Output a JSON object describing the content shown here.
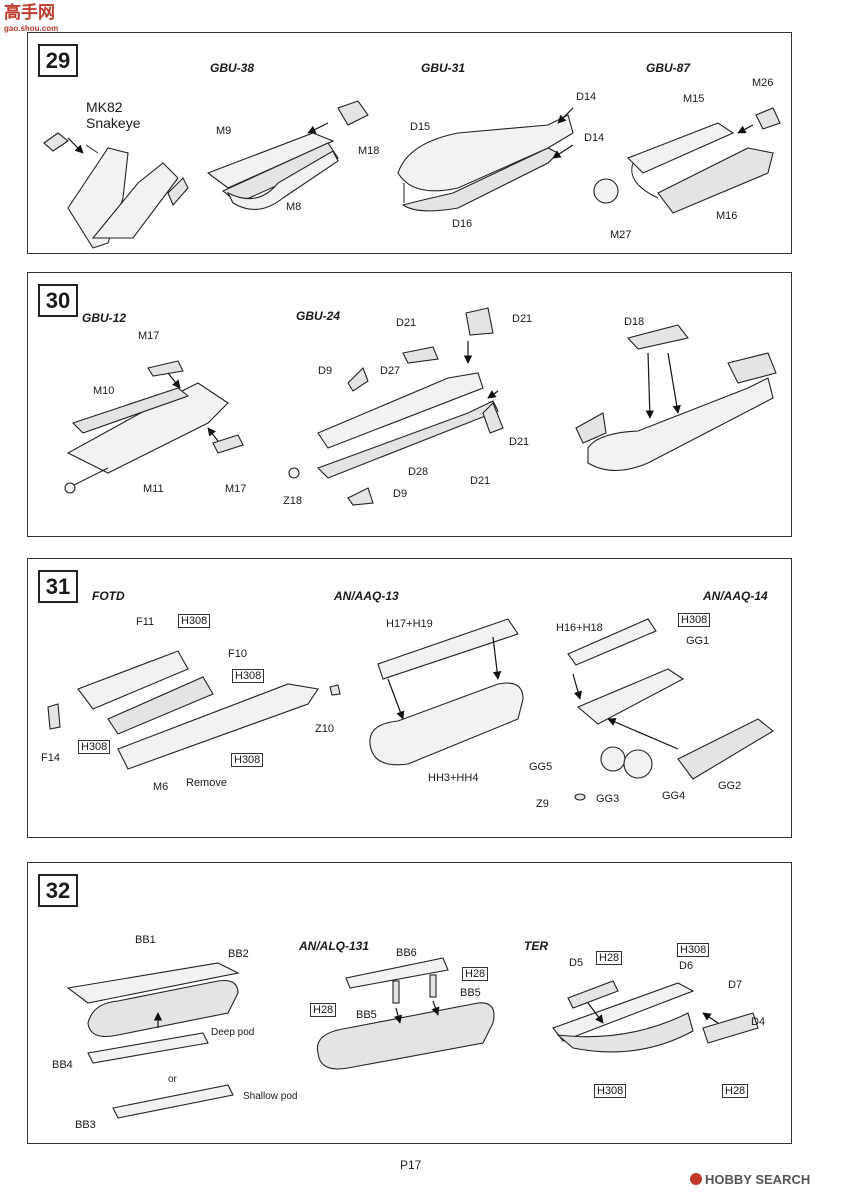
{
  "watermark": {
    "logo_text": "高手网",
    "logo_url": "gao.shou.com",
    "brand": "HOBBY SEARCH"
  },
  "page_number": "P17",
  "steps": [
    {
      "number": "29",
      "titles": {
        "gbu38": "GBU-38",
        "gbu31": "GBU-31",
        "gbu87": "GBU-87"
      },
      "mk82": "MK82\nSnakeye",
      "labels": {
        "M9": "M9",
        "M18": "M18",
        "M8": "M8",
        "D15": "D15",
        "D14a": "D14",
        "D14b": "D14",
        "D16": "D16",
        "M15": "M15",
        "M26": "M26",
        "M16": "M16",
        "M27": "M27"
      }
    },
    {
      "number": "30",
      "titles": {
        "gbu12": "GBU-12",
        "gbu24": "GBU-24"
      },
      "labels": {
        "M17a": "M17",
        "M10": "M10",
        "M11": "M11",
        "M17b": "M17",
        "D21a": "D21",
        "D21b": "D21",
        "D9a": "D9",
        "D27": "D27",
        "D21c": "D21",
        "D21d": "D21",
        "D28": "D28",
        "Z18": "Z18",
        "D9b": "D9",
        "D18": "D18"
      }
    },
    {
      "number": "31",
      "titles": {
        "fotd": "FOTD",
        "aaq13": "AN/AAQ-13",
        "aaq14": "AN/AAQ-14"
      },
      "labels": {
        "F11": "F11",
        "H308a": "H308",
        "F10": "F10",
        "H308b": "H308",
        "F14": "F14",
        "H308c": "H308",
        "M6": "M6",
        "Remove": "Remove",
        "H308d": "H308",
        "Z10": "Z10",
        "H17H19": "H17+H19",
        "HH3HH4": "HH3+HH4",
        "H16H18": "H16+H18",
        "H308e": "H308",
        "GG1": "GG1",
        "GG5": "GG5",
        "Z9": "Z9",
        "GG3": "GG3",
        "GG4": "GG4",
        "GG2": "GG2"
      }
    },
    {
      "number": "32",
      "titles": {
        "alq131": "AN/ALQ-131",
        "ter": "TER"
      },
      "labels": {
        "BB1": "BB1",
        "BB2": "BB2",
        "Deep": "Deep pod",
        "BB4": "BB4",
        "or": "or",
        "Shallow": "Shallow pod",
        "BB3": "BB3",
        "BB6": "BB6",
        "H28a": "H28",
        "BB5a": "BB5",
        "H28b": "H28",
        "BB5b": "BB5",
        "D5": "D5",
        "H28c": "H28",
        "H308f": "H308",
        "D6": "D6",
        "D7": "D7",
        "D4": "D4",
        "H308g": "H308",
        "H28d": "H28"
      }
    }
  ]
}
